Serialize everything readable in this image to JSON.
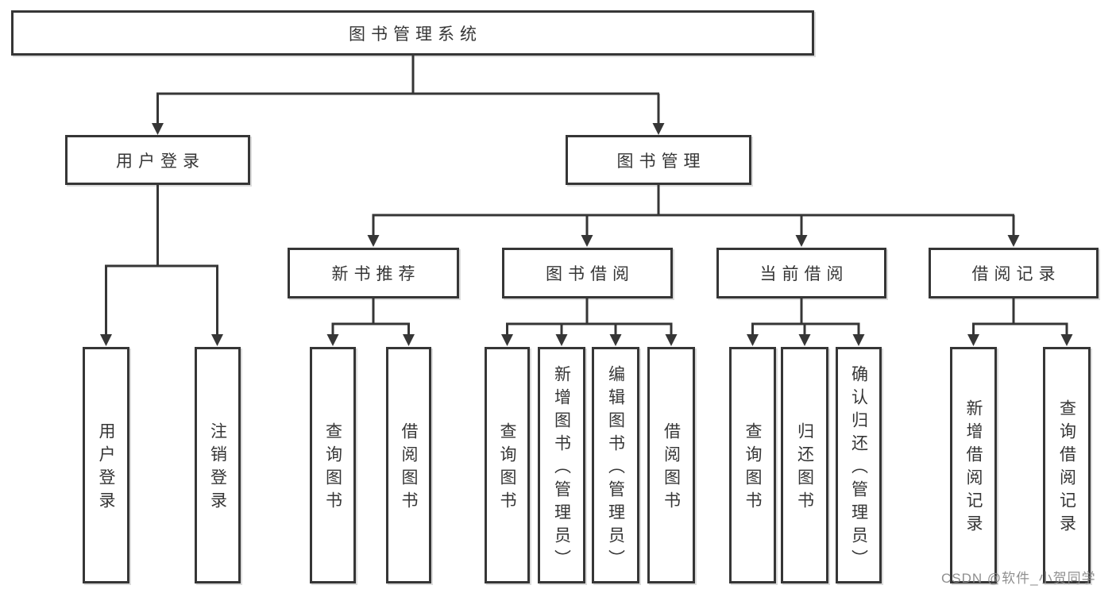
{
  "diagram": {
    "type": "tree",
    "orientation": "top-down"
  },
  "colors": {
    "line": "#363636",
    "box_border": "#363636",
    "box_fill": "#ffffff",
    "text": "#363636",
    "watermark": "#868686",
    "background": "#ffffff"
  },
  "watermark": {
    "text": "CSDN @软件_小贺同学"
  },
  "tree": {
    "root": {
      "label": "图书管理系统"
    },
    "branches": [
      {
        "label": "用户登录",
        "children": [
          {
            "label": "用户登录"
          },
          {
            "label": "注销登录"
          }
        ]
      },
      {
        "label": "图书管理",
        "children": [
          {
            "label": "新书推荐",
            "children": [
              {
                "label": "查询图书"
              },
              {
                "label": "借阅图书"
              }
            ]
          },
          {
            "label": "图书借阅",
            "children": [
              {
                "label": "查询图书"
              },
              {
                "label": "新增图书（管理员）"
              },
              {
                "label": "编辑图书（管理员）"
              },
              {
                "label": "借阅图书"
              }
            ]
          },
          {
            "label": "当前借阅",
            "children": [
              {
                "label": "查询图书"
              },
              {
                "label": "归还图书"
              },
              {
                "label": "确认归还（管理员）"
              }
            ]
          },
          {
            "label": "借阅记录",
            "children": [
              {
                "label": "新增借阅记录"
              },
              {
                "label": "查询借阅记录"
              }
            ]
          }
        ]
      }
    ]
  }
}
